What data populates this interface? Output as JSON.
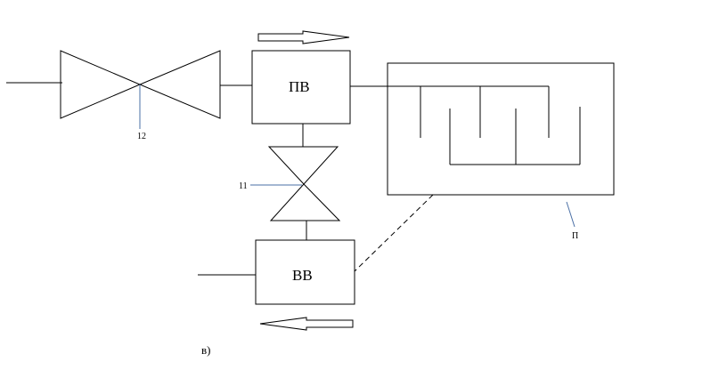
{
  "diagram": {
    "box_top_label": "ПВ",
    "box_bottom_label": "ВВ",
    "valve_horizontal_label": "12",
    "valve_vertical_label": "11",
    "heat_exchanger_label": "П",
    "caption": "в)"
  },
  "colors": {
    "line": "#000000",
    "leader": "#4a6fa5"
  }
}
